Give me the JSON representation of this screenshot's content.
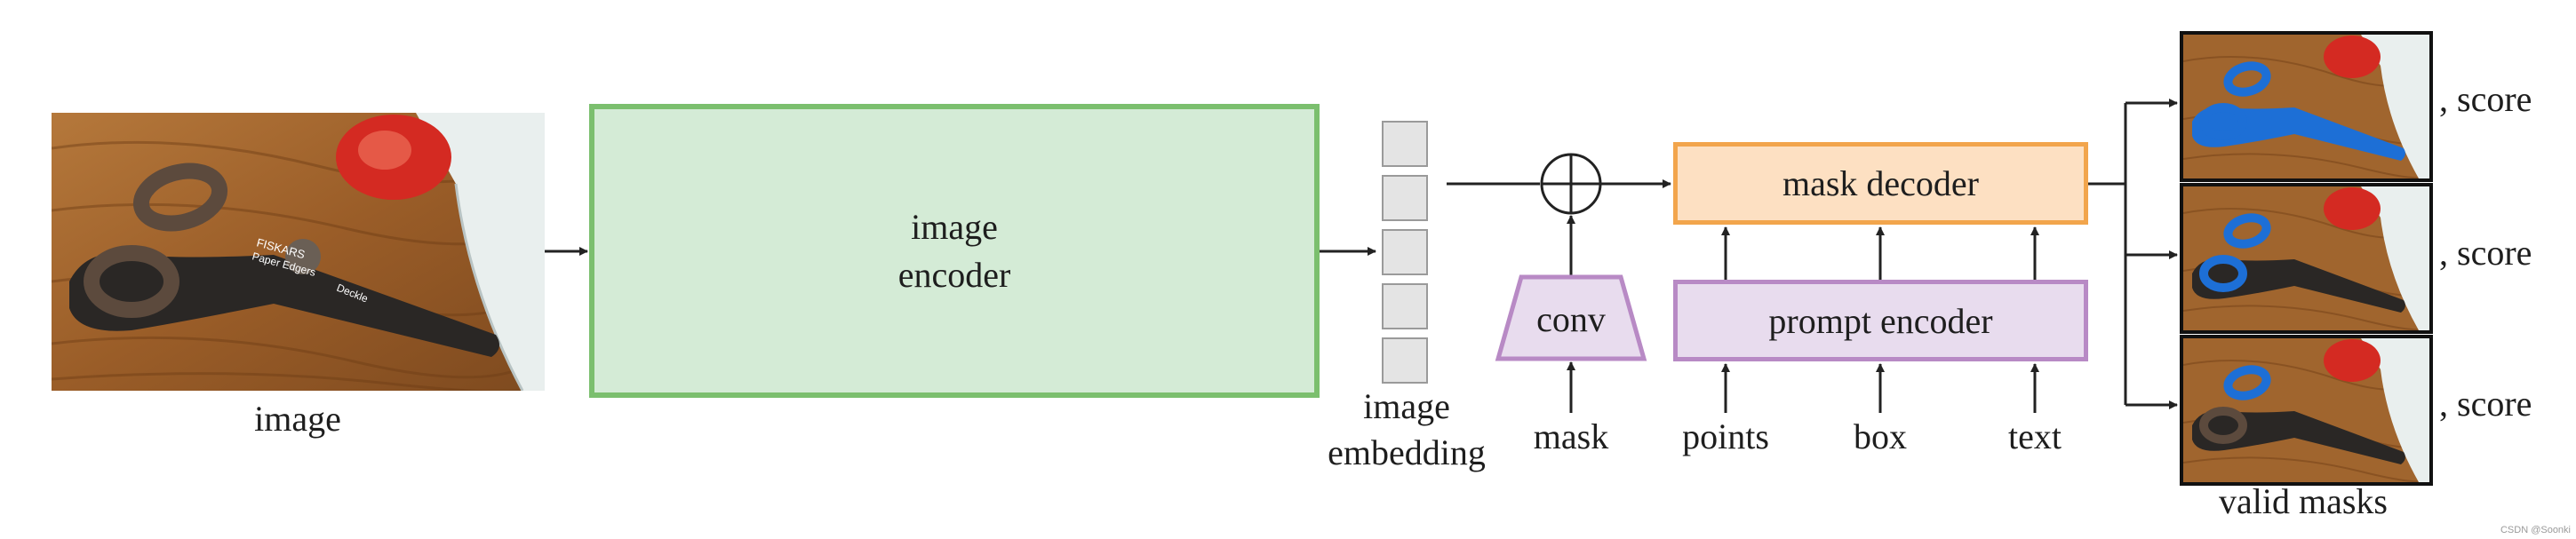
{
  "labels": {
    "image": "image",
    "image_encoder_line1": "image",
    "image_encoder_line2": "encoder",
    "image_embedding_line1": "image",
    "image_embedding_line2": "embedding",
    "conv": "conv",
    "mask": "mask",
    "mask_decoder": "mask decoder",
    "prompt_encoder": "prompt encoder",
    "points": "points",
    "box": "box",
    "text": "text",
    "score": ", score",
    "valid_masks": "valid masks"
  },
  "watermark": "CSDN @Soonki",
  "photo_text": {
    "brand": "FISKARS",
    "product": "Paper Edgers",
    "model": "Deckle"
  },
  "colors": {
    "encoder_fill": "#d4ebd6",
    "encoder_border": "#7bbf6e",
    "decoder_fill": "#fde0c2",
    "decoder_border": "#f2a54c",
    "prompt_fill": "#e8dcee",
    "prompt_border": "#b88ac5",
    "embedding_fill": "#e4e4e4",
    "embedding_border": "#9a9a9a",
    "mask_blue": "#1d6fd6",
    "wood": "#a0652e",
    "arrow": "#222222"
  },
  "icons": [
    "sum-node-icon",
    "scissors-photo",
    "arrowhead"
  ]
}
